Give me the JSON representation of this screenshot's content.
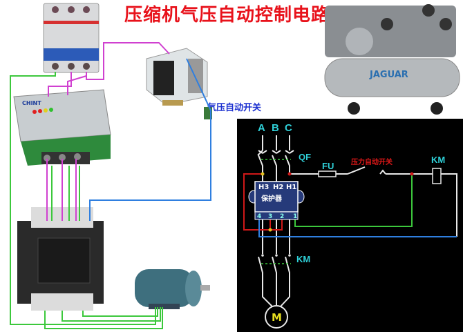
{
  "title": "压缩机气压自动控制电路",
  "photo_labels": {
    "pressure_switch": "气压自动开关",
    "compressor_brand": "JAGUAR",
    "protector_brand": "CHINT"
  },
  "schematic": {
    "phases": [
      "A",
      "B",
      "C"
    ],
    "breaker": "QF",
    "fuse": "FU",
    "pressure_switch": "压力自动开关",
    "coil": "KM",
    "contactor": "KM",
    "protector": {
      "title": "保护器",
      "inputs": [
        "H3",
        "H2",
        "H1"
      ],
      "terminals": [
        "4",
        "3",
        "2",
        "1"
      ]
    },
    "motor": "M"
  },
  "colors": {
    "title": "#e8121b",
    "label_cyan": "#2fd0d8",
    "wire_red": "#d01818",
    "wire_green": "#3cc83c",
    "wire_blue": "#2f7fe0",
    "wire_magenta": "#d040d0",
    "panel": "#000000"
  }
}
